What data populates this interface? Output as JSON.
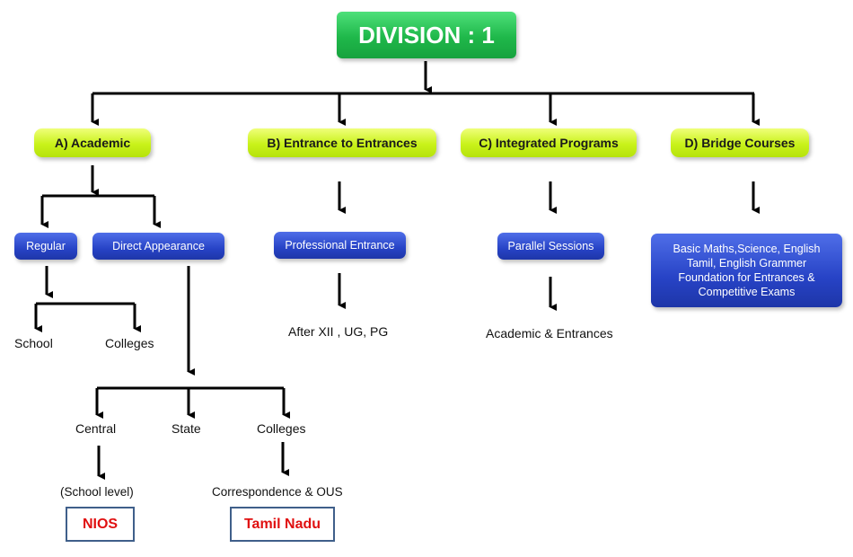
{
  "root": {
    "label": "DIVISION : 1"
  },
  "branches": {
    "academic": {
      "label": "A) Academic"
    },
    "entrance": {
      "label": "B) Entrance to Entrances"
    },
    "integrated": {
      "label": "C) Integrated Programs"
    },
    "bridge": {
      "label": "D) Bridge Courses"
    }
  },
  "academic": {
    "regular": {
      "label": "Regular",
      "children": [
        "School",
        "Colleges"
      ]
    },
    "direct": {
      "label": "Direct Appearance",
      "children": [
        "Central",
        "State",
        "Colleges"
      ],
      "central_note": "(School level)",
      "central_board": "NIOS",
      "colleges_note": "Correspondence & OUS",
      "colleges_board": "Tamil Nadu"
    }
  },
  "entrance": {
    "box": "Professional Entrance",
    "detail": "After XII , UG, PG"
  },
  "integrated": {
    "box": "Parallel Sessions",
    "detail": "Academic & Entrances"
  },
  "bridge": {
    "lines": [
      "Basic Maths,Science, English",
      "Tamil, English Grammer",
      "Foundation for Entrances &",
      "Competitive Exams"
    ]
  },
  "colors": {
    "root": "#1fb84a",
    "branch": "#c9f21a",
    "sub": "#2743c6",
    "board_text": "#e01010",
    "board_border": "#3f5f8a"
  }
}
